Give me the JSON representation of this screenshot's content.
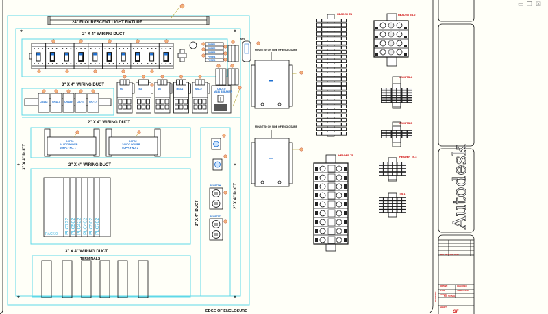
{
  "window": {
    "controls": [
      {
        "name": "minimize",
        "glyph": "▭"
      },
      {
        "name": "restore",
        "glyph": "❐"
      },
      {
        "name": "close",
        "glyph": "☒"
      }
    ]
  },
  "drawing": {
    "light_fixture": "24\" FLOURESCENT LIGHT FIXTURE",
    "duct_labels": {
      "top": "2\" X 4\" WIRING DUCT",
      "second": "3\" X 4\" WIRING DUCT",
      "third": "2\" X 4\" WIRING DUCT",
      "fourth": "2\" X 4\" WIRING DUCT",
      "fifth": "3\" X 4\" WIRING DUCT",
      "left_vertical": "3\" X 4\" DUCT",
      "mid_vertical": "2\" X 4\" DUCT",
      "right_vertical": "2\" X 4\" DUCT"
    },
    "power_supplies": [
      {
        "tag": "DCPS1",
        "line1": "24 VDC POWER",
        "line2": "SUPPLY NO. 1"
      },
      {
        "tag": "DCPS2",
        "line1": "24 VDC POWER",
        "line2": "SUPPLY NO. 2"
      }
    ],
    "plc_rack": {
      "rack_label": "RACK 0",
      "modules": [
        "PLC722",
        "PLC502",
        "PLC422",
        "PLC402",
        "PLC502",
        "PLC702"
      ]
    },
    "terminals_label": "TERMINALS",
    "edge_label": "EDGE OF ENCLOSURE",
    "receptacles": [
      "RECPT5H",
      "RECPT5T"
    ],
    "main_breaker": {
      "tag": "CBO1O",
      "text": "MAIN BREAKER"
    },
    "small_modules": [
      "CR4A8",
      "CR4A7",
      "CR4A9",
      "CR7T4",
      "CR7T7"
    ],
    "contactor_labels": [
      "M1",
      "M2",
      "M3",
      "MSC1",
      "MSC2"
    ],
    "fuse_labels": [
      "FUSE1",
      "FUSE2",
      "FUSE3",
      "FUSE4",
      "FUSE5"
    ],
    "side_mount_note": "MOUNTED ON SIDE OF ENCLOSURE",
    "terminal_blocks": [
      {
        "name": "HEADER TB",
        "color": "#d01010"
      },
      {
        "name": "HEADER TB-2",
        "color": "#d01010"
      },
      {
        "name": "JB03 TB-A",
        "color": "#d01010"
      },
      {
        "name": "JB03 TB-B",
        "color": "#d01010"
      },
      {
        "name": "HEADER TB",
        "color": "#d01010"
      },
      {
        "name": "HEADER TB-4",
        "color": "#d01010"
      },
      {
        "name": "TB-1",
        "color": "#d01010"
      }
    ]
  },
  "title_block": {
    "brand": "Autodesk",
    "sheet": "GF",
    "fields": [
      "DRAWN",
      "CHECKED",
      "DATE",
      "APPROVED",
      "SCALE",
      "NO. SCALE",
      "SHEET"
    ]
  },
  "colors": {
    "duct": "#5fd8e8",
    "line": "#111111",
    "annotation": "#d01010",
    "bubble": "#f3b27a",
    "background": "#fffff8"
  }
}
